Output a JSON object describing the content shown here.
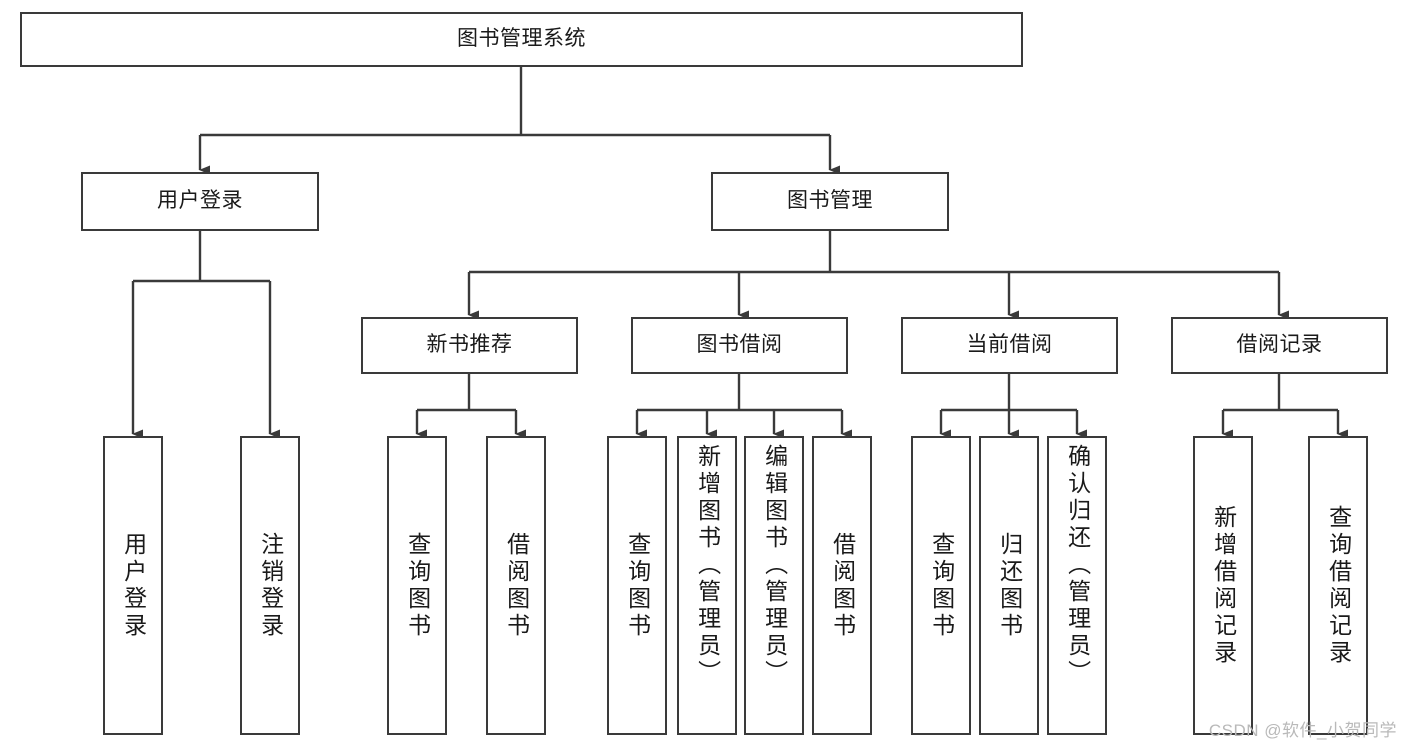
{
  "diagram": {
    "title": "图书管理系统",
    "type": "tree-hierarchy",
    "watermark": "CSDN @软件_小贺同学",
    "colors": {
      "stroke": "#3a3a3a",
      "fill": "#ffffff",
      "text": "#1a1a1a",
      "watermark": "#b9b9b9",
      "background": "#ffffff"
    },
    "root": {
      "label": "图书管理系统",
      "orientation": "horizontal"
    },
    "level2": [
      {
        "label": "用户登录",
        "orientation": "horizontal"
      },
      {
        "label": "图书管理",
        "orientation": "horizontal"
      }
    ],
    "level3": [
      {
        "label": "新书推荐",
        "orientation": "horizontal"
      },
      {
        "label": "图书借阅",
        "orientation": "horizontal"
      },
      {
        "label": "当前借阅",
        "orientation": "horizontal"
      },
      {
        "label": "借阅记录",
        "orientation": "horizontal"
      }
    ],
    "leaves": {
      "user_login": [
        {
          "label": "用户登录",
          "orientation": "vertical"
        },
        {
          "label": "注销登录",
          "orientation": "vertical"
        }
      ],
      "new_book_recommend": [
        {
          "label": "查询图书",
          "orientation": "vertical"
        },
        {
          "label": "借阅图书",
          "orientation": "vertical"
        }
      ],
      "book_borrow": [
        {
          "label": "查询图书",
          "orientation": "vertical"
        },
        {
          "label": "新增图书（管理员）",
          "orientation": "vertical"
        },
        {
          "label": "编辑图书（管理员）",
          "orientation": "vertical"
        },
        {
          "label": "借阅图书",
          "orientation": "vertical"
        }
      ],
      "current_borrow": [
        {
          "label": "查询图书",
          "orientation": "vertical"
        },
        {
          "label": "归还图书",
          "orientation": "vertical"
        },
        {
          "label": "确认归还（管理员）",
          "orientation": "vertical"
        }
      ],
      "borrow_record": [
        {
          "label": "新增借阅记录",
          "orientation": "vertical"
        },
        {
          "label": "查询借阅记录",
          "orientation": "vertical"
        }
      ]
    }
  }
}
